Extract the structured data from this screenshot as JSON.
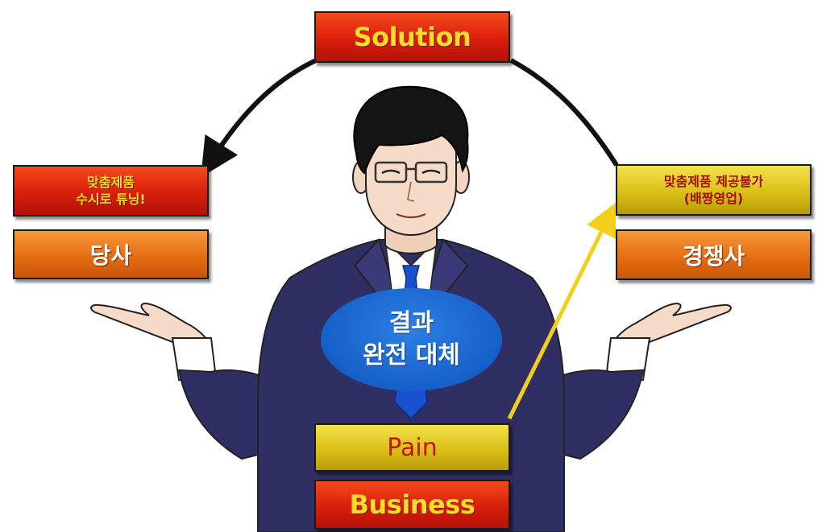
{
  "diagram": {
    "top_box": "Solution",
    "left_note_line1": "맞춤제품",
    "left_note_line2": "수시로 튜닝!",
    "left_company": "당사",
    "right_note_line1": "맞춤제품 제공불가",
    "right_note_line2": "(배짱영업)",
    "right_company": "경쟁사",
    "center_line1": "결과",
    "center_line2": "완전 대체",
    "pain_box": "Pain",
    "bottom_box": "Business"
  },
  "colors": {
    "red_box": "#d91e0b",
    "orange_box": "#e56d12",
    "yellow_box": "#d8bd14",
    "oval_blue": "#1560c9",
    "arrow_black": "#111111",
    "arrow_yellow": "#f2cf1a",
    "suit": "#2f2f63",
    "tie": "#1a4fd0"
  },
  "icons": {
    "person": "businessman-illustration-icon"
  }
}
